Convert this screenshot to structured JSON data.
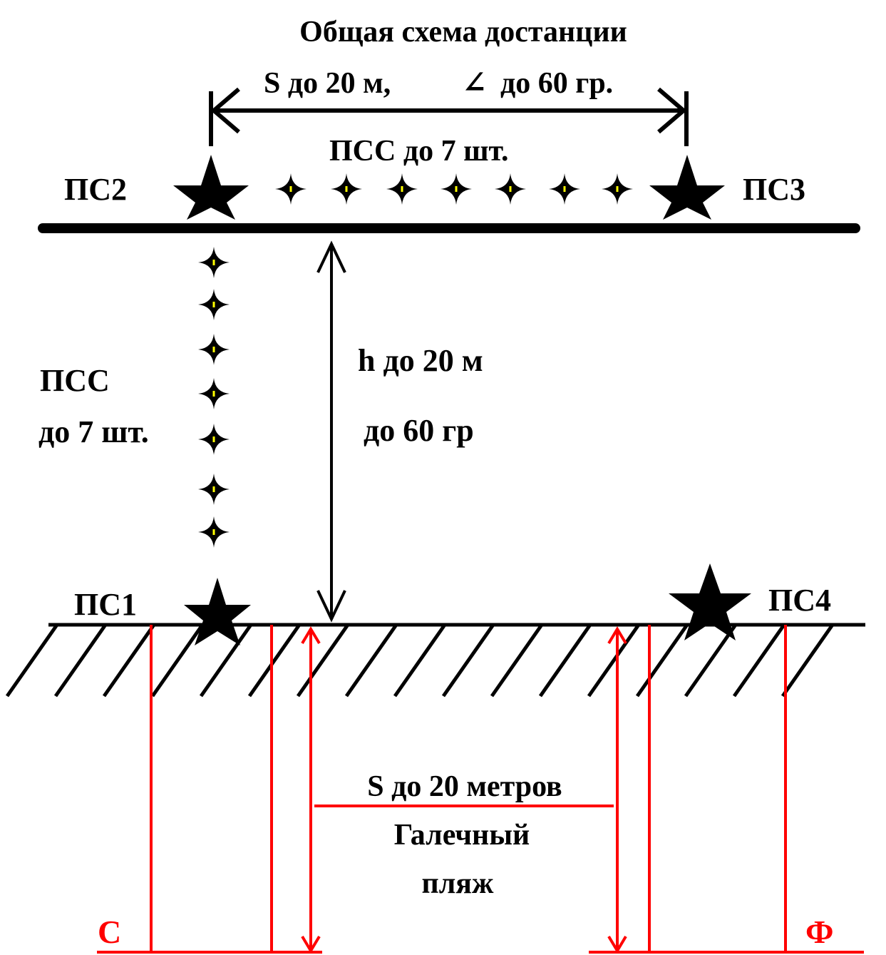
{
  "title": "Общая схема достанции",
  "top_dimension": {
    "prefix": "S до 20 м,",
    "angle_symbol": "∠",
    "suffix": "до 60 гр."
  },
  "stations": {
    "ps1": "ПС1",
    "ps2": "ПС2",
    "ps3": "ПС3",
    "ps4": "ПС4"
  },
  "horizontal_pss_label": "ПСС до 7 шт.",
  "vertical_pss_label": {
    "line1": "ПСС",
    "line2": "до 7 шт."
  },
  "height_label": {
    "line1": "h до 20 м",
    "line2": "до 60 гр"
  },
  "beach": {
    "distance_label": "S до 20 метров",
    "line1": "Галечный",
    "line2": "пляж"
  },
  "markers": {
    "start": "С",
    "finish": "Ф"
  },
  "counts": {
    "horizontal_pss": 7,
    "vertical_pss": 7
  },
  "colors": {
    "ink": "#000000",
    "accent": "#ff0000",
    "pss_center": "#ffff00"
  }
}
